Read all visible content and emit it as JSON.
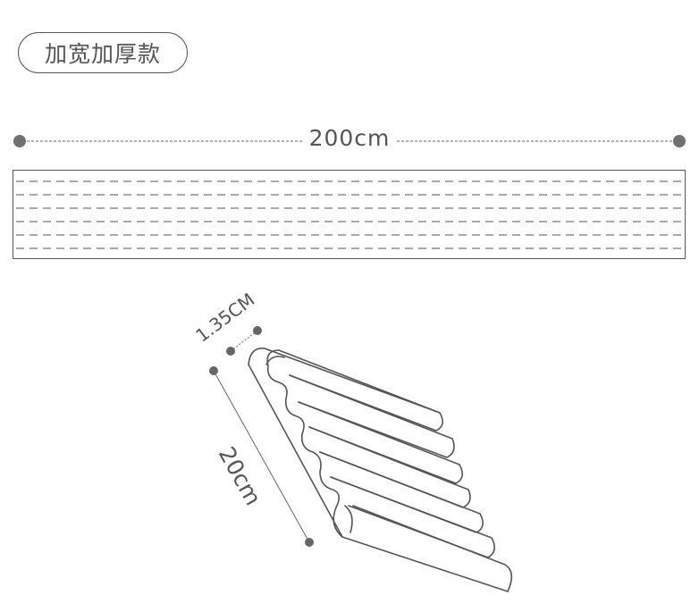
{
  "badge": {
    "text": "加宽加厚款"
  },
  "dimensions": {
    "length": "200cm",
    "thickness": "1.35CM",
    "width": "20cm"
  },
  "colors": {
    "line": "#555555",
    "dot": "#666666"
  }
}
